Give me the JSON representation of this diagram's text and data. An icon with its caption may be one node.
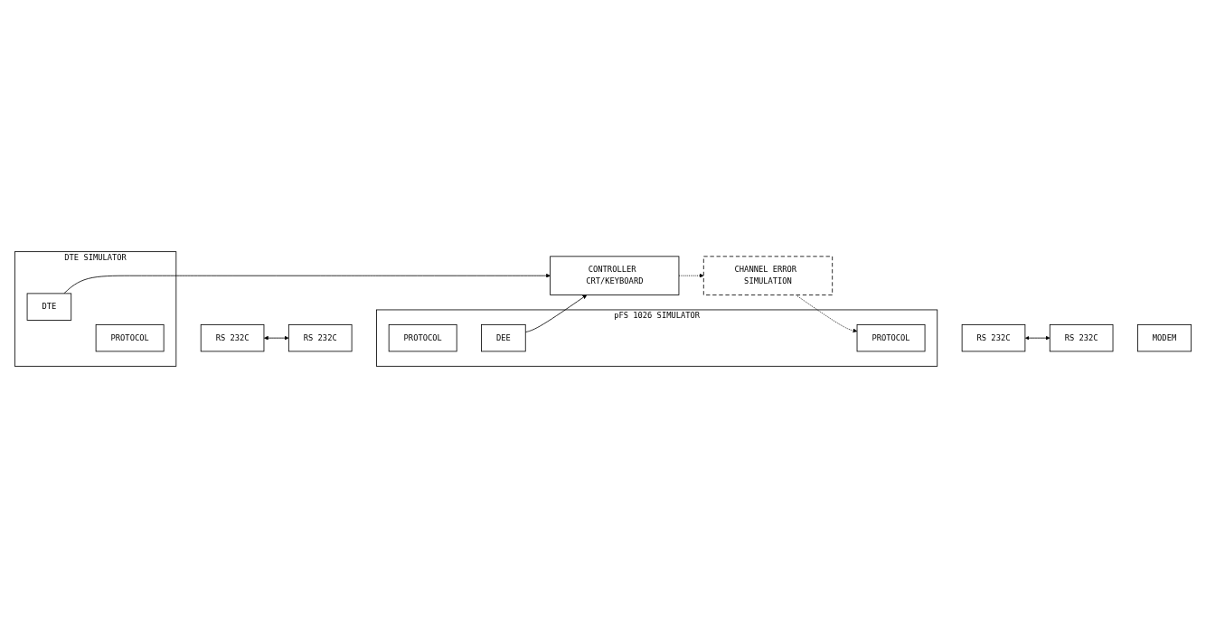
{
  "diagram": {
    "nodes": [
      {
        "text": [
          "DTE SIMULATOR"
        ]
      },
      {
        "text": [
          "DTE"
        ],
        "in": 0
      },
      {
        "text": [
          "PROTOCOL"
        ],
        "in": 0
      },
      {
        "text": [
          "RS 232C"
        ]
      },
      {
        "text": [
          "pFS 1026 SIMULATOR"
        ]
      },
      {
        "text": [
          "RS 232C"
        ]
      },
      {
        "text": [
          "PROTOCOL"
        ],
        "in": 4
      },
      {
        "text": [
          "DEE"
        ],
        "in": 4
      },
      {
        "text": [
          "PROTOCOL"
        ],
        "in": 4
      },
      {
        "text": [
          "RS 232C"
        ]
      },
      {
        "text": [
          "RS 232C"
        ]
      },
      {
        "text": [
          "MODEM"
        ]
      },
      {
        "text": [
          "CHANNEL ERROR SIMULATION"
        ]
      },
      {
        "text": [
          "CONTROLLER CRT/KEYBOARD"
        ]
      }
    ],
    "edges": [
      {
        "from": 3,
        "to": 5,
        "arrow": "both"
      },
      {
        "from": 9,
        "to": 10,
        "arrow": "both"
      },
      {
        "from": 1,
        "to": 13,
        "arrow": "to"
      },
      {
        "from": 7,
        "to": 13,
        "arrow": "to"
      },
      {
        "from": 13,
        "to": 12,
        "arrow": "to",
        "style": "dashed"
      },
      {
        "from": 12,
        "to": 8,
        "arrow": "to",
        "style": "dashed"
      }
    ]
  }
}
